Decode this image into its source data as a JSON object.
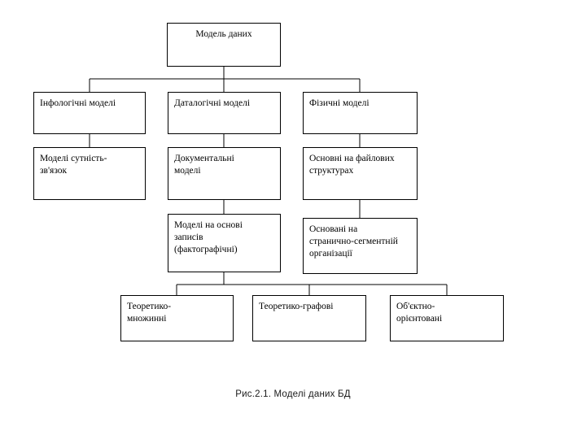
{
  "figure": {
    "caption": "Рис.2.1. Моделі даних БД",
    "background_color": "#ffffff",
    "line_color": "#000000",
    "text_color": "#000000"
  },
  "nodes": {
    "root": {
      "label": "Модель даних"
    },
    "level2": [
      {
        "label": "Інфологічні моделі"
      },
      {
        "label": "Даталогічні моделі"
      },
      {
        "label": "Фізичні моделі"
      }
    ],
    "level3": [
      {
        "label": "Моделі сутність-\nзв'язок"
      },
      {
        "label": "Документальні\nмоделі"
      },
      {
        "label": "Основні на файлових\nструктурах"
      }
    ],
    "level4": [
      {
        "label": "Моделі на основі\nзаписів\n(фактографічні)"
      },
      {
        "label": "Основані на\nстранично-сегментній\nорганізації"
      }
    ],
    "level5": [
      {
        "label": "Теоретико-\nмножинні"
      },
      {
        "label": "Теоретико-графові"
      },
      {
        "label": "Об'єктно-\nорієнтовані"
      }
    ]
  },
  "chart_data": {
    "type": "diagram",
    "title": "Рис.2.1. Моделі даних БД",
    "diagram_kind": "hierarchical-tree",
    "levels": [
      {
        "level": 1,
        "items": [
          "Модель даних"
        ]
      },
      {
        "level": 2,
        "items": [
          "Інфологічні моделі",
          "Даталогічні моделі",
          "Фізичні моделі"
        ]
      },
      {
        "level": 3,
        "items": [
          "Моделі сутність-зв'язок",
          "Документальні моделі",
          "Основні на файлових структурах"
        ]
      },
      {
        "level": 4,
        "items": [
          "Моделі на основі записів (фактографічні)",
          "Основані на странично-сегментній організації"
        ]
      },
      {
        "level": 5,
        "items": [
          "Теоретико-множинні",
          "Теоретико-графові",
          "Об'єктно-орієнтовані"
        ]
      }
    ],
    "edges": [
      {
        "from": "Модель даних",
        "to": "Інфологічні моделі"
      },
      {
        "from": "Модель даних",
        "to": "Даталогічні моделі"
      },
      {
        "from": "Модель даних",
        "to": "Фізичні моделі"
      },
      {
        "from": "Інфологічні моделі",
        "to": "Моделі сутність-зв'язок"
      },
      {
        "from": "Даталогічні моделі",
        "to": "Документальні моделі"
      },
      {
        "from": "Фізичні моделі",
        "to": "Основні на файлових структурах"
      },
      {
        "from": "Документальні моделі",
        "to": "Моделі на основі записів (фактографічні)"
      },
      {
        "from": "Основні на файлових структурах",
        "to": "Основані на странично-сегментній організації"
      },
      {
        "from": "Моделі на основі записів (фактографічні)",
        "to": "Теоретико-множинні"
      },
      {
        "from": "Моделі на основі записів (фактографічні)",
        "to": "Теоретико-графові"
      },
      {
        "from": "Моделі на основі записів (фактографічні)",
        "to": "Об'єктно-орієнтовані"
      }
    ]
  }
}
